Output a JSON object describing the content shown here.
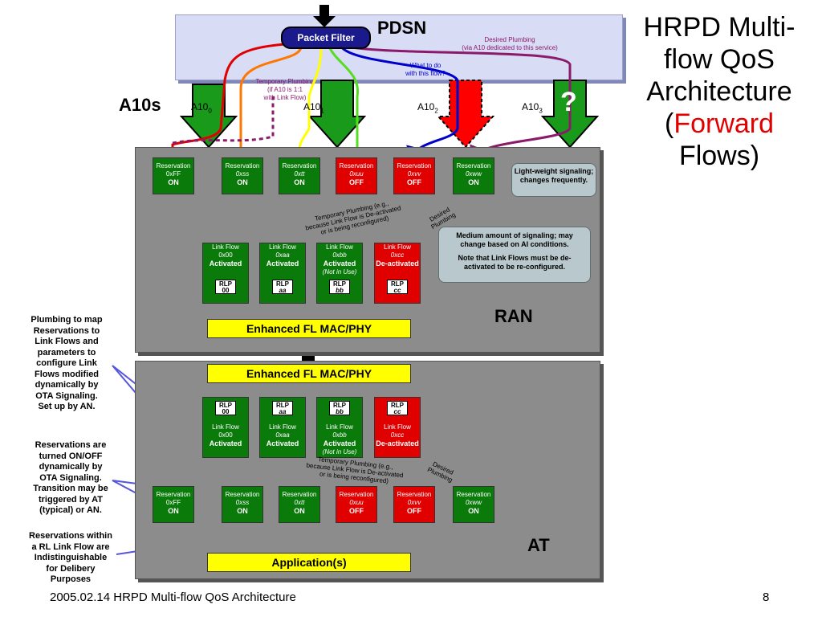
{
  "title": {
    "line1": "HRPD Multi-",
    "line2": "flow QoS",
    "line3": "Architecture",
    "line4_open": "(",
    "line4_red": "Forward",
    "line5": "Flows)"
  },
  "pdsn": {
    "label": "PDSN",
    "packet_filter": "Packet Filter",
    "desired_plumbing": [
      "Desired  Plumbing",
      "(via A10 dedicated to this service)"
    ],
    "temp_plumbing": [
      "Temporary Plumbing",
      "(if A10 is 1:1",
      "with Link Flow)"
    ],
    "what_to_do": [
      "What to do",
      "with this flow?"
    ]
  },
  "a10": {
    "label": "A10s",
    "items": [
      {
        "text": "A10",
        "sub": "0"
      },
      {
        "text": "A10",
        "sub": "1"
      },
      {
        "text": "A10",
        "sub": "2"
      },
      {
        "text": "A10",
        "sub": "3"
      }
    ],
    "question": "?"
  },
  "ran": {
    "label": "RAN",
    "reservations": [
      {
        "t": "Reservation",
        "id": "0xFF",
        "state": "ON"
      },
      {
        "t": "Reservation",
        "id": "0xss",
        "state": "ON"
      },
      {
        "t": "Reservation",
        "id": "0xtt",
        "state": "ON"
      },
      {
        "t": "Reservation",
        "id": "0xuu",
        "state": "OFF"
      },
      {
        "t": "Reservation",
        "id": "0xvv",
        "state": "OFF"
      },
      {
        "t": "Reservation",
        "id": "0xww",
        "state": "ON"
      }
    ],
    "linkflows": [
      {
        "t": "Link Flow",
        "id": "0x00",
        "state": "Activated",
        "note": "",
        "rlp": "RLP",
        "rlpid": "00"
      },
      {
        "t": "Link Flow",
        "id": "0xaa",
        "state": "Activated",
        "note": "",
        "rlp": "RLP",
        "rlpid": "aa"
      },
      {
        "t": "Link Flow",
        "id": "0xbb",
        "state": "Activated",
        "note": "(Not in Use)",
        "rlp": "RLP",
        "rlpid": "bb"
      },
      {
        "t": "Link Flow",
        "id": "0xcc",
        "state": "De-activated",
        "note": "",
        "rlp": "RLP",
        "rlpid": "cc"
      }
    ],
    "mac": "Enhanced FL MAC/PHY",
    "callout1": "Light-weight signaling; changes frequently.",
    "callout2a": "Medium amount of signaling; may change based on AI conditions.",
    "callout2b": "Note that Link Flows must be de-activated to be re-configured.",
    "temp_plumbing": [
      "Temporary Plumbing (e.g.,",
      "because Link Flow is De-activated",
      "or is being reconfigured)"
    ],
    "desired": [
      "Desired",
      "Plumbing"
    ]
  },
  "at": {
    "label": "AT",
    "mac": "Enhanced FL MAC/PHY",
    "app": "Application(s)",
    "temp_plumbing": [
      "Temporary Plumbing (e.g.,",
      "because Link Flow is De-activated",
      "or is being reconfigured)"
    ],
    "desired": [
      "Desired",
      "Plumbing"
    ]
  },
  "left_notes": {
    "n1": [
      "Plumbing to map",
      "Reservations to",
      "Link Flows and",
      "parameters to",
      "configure Link",
      "Flows modified",
      "dynamically by",
      "OTA Signaling.",
      "Set up by AN."
    ],
    "n2": [
      "Reservations are",
      "turned ON/OFF",
      "dynamically by",
      "OTA Signaling.",
      "Transition may be",
      "triggered by AT",
      "(typical) or AN."
    ],
    "n3": [
      "Reservations within",
      "a RL Link Flow are",
      "Indistinguishable",
      "for Delibery",
      "Purposes"
    ]
  },
  "footer": {
    "left": "2005.02.14 HRPD Multi-flow QoS Architecture",
    "page": "8"
  },
  "colors": {
    "green": "#0a7a0a",
    "red": "#e00000",
    "yellow": "#ffff00",
    "purple": "#8b1a6b",
    "blue": "#0000cc",
    "orange": "#ff7700"
  }
}
